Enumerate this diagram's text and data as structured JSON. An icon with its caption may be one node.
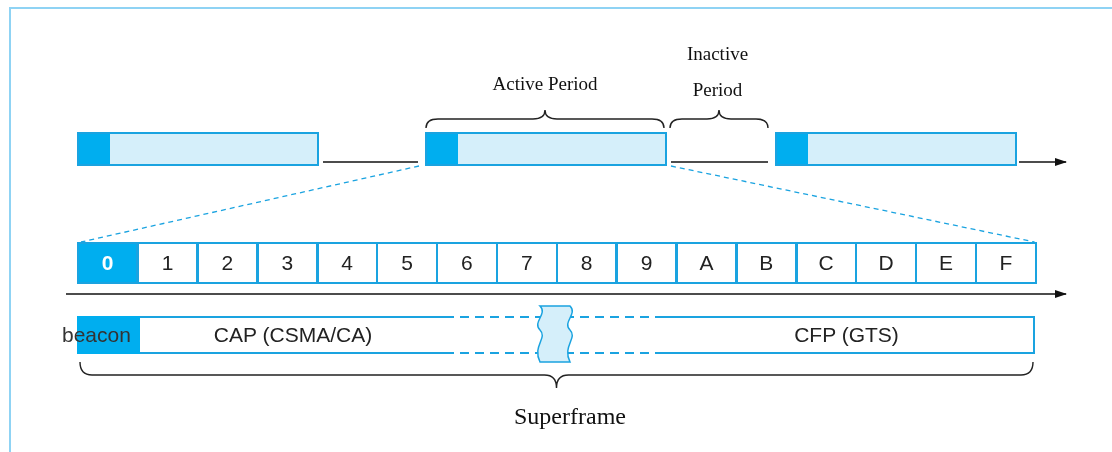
{
  "diagram": {
    "nodes": [
      {
        "text": [],
        "shape": "bar"
      },
      {
        "text": [],
        "shape": "bar"
      },
      {
        "text": [],
        "shape": "bar"
      },
      {
        "text": [
          "0"
        ]
      },
      {
        "text": [
          "1"
        ]
      },
      {
        "text": [
          "2"
        ]
      },
      {
        "text": [
          "3"
        ]
      },
      {
        "text": [
          "4"
        ]
      },
      {
        "text": [
          "5"
        ]
      },
      {
        "text": [
          "6"
        ]
      },
      {
        "text": [
          "7"
        ]
      },
      {
        "text": [
          "8"
        ]
      },
      {
        "text": [
          "9"
        ]
      },
      {
        "text": [
          "A"
        ]
      },
      {
        "text": [
          "B"
        ]
      },
      {
        "text": [
          "C"
        ]
      },
      {
        "text": [
          "D"
        ]
      },
      {
        "text": [
          "E"
        ]
      },
      {
        "text": [
          "F"
        ]
      },
      {
        "text": [
          "beacon"
        ]
      },
      {
        "text": [
          "CAP (CSMA/CA)"
        ]
      },
      {
        "text": [
          "CFP (GTS)"
        ]
      }
    ],
    "edges": [
      {
        "from": 0,
        "to": 1,
        "arrow": "none"
      },
      {
        "from": 1,
        "to": 2,
        "arrow": "none"
      },
      {
        "from": 2,
        "to": null,
        "arrow": "to"
      },
      {
        "from": 1,
        "to": 3,
        "arrow": "none",
        "style": "dashed",
        "color": "#1aa3e0"
      },
      {
        "from": 1,
        "to": 18,
        "arrow": "none",
        "style": "dashed",
        "color": "#1aa3e0"
      }
    ],
    "labels": [
      "Inactive Period",
      "Active Period",
      "Superframe"
    ]
  }
}
